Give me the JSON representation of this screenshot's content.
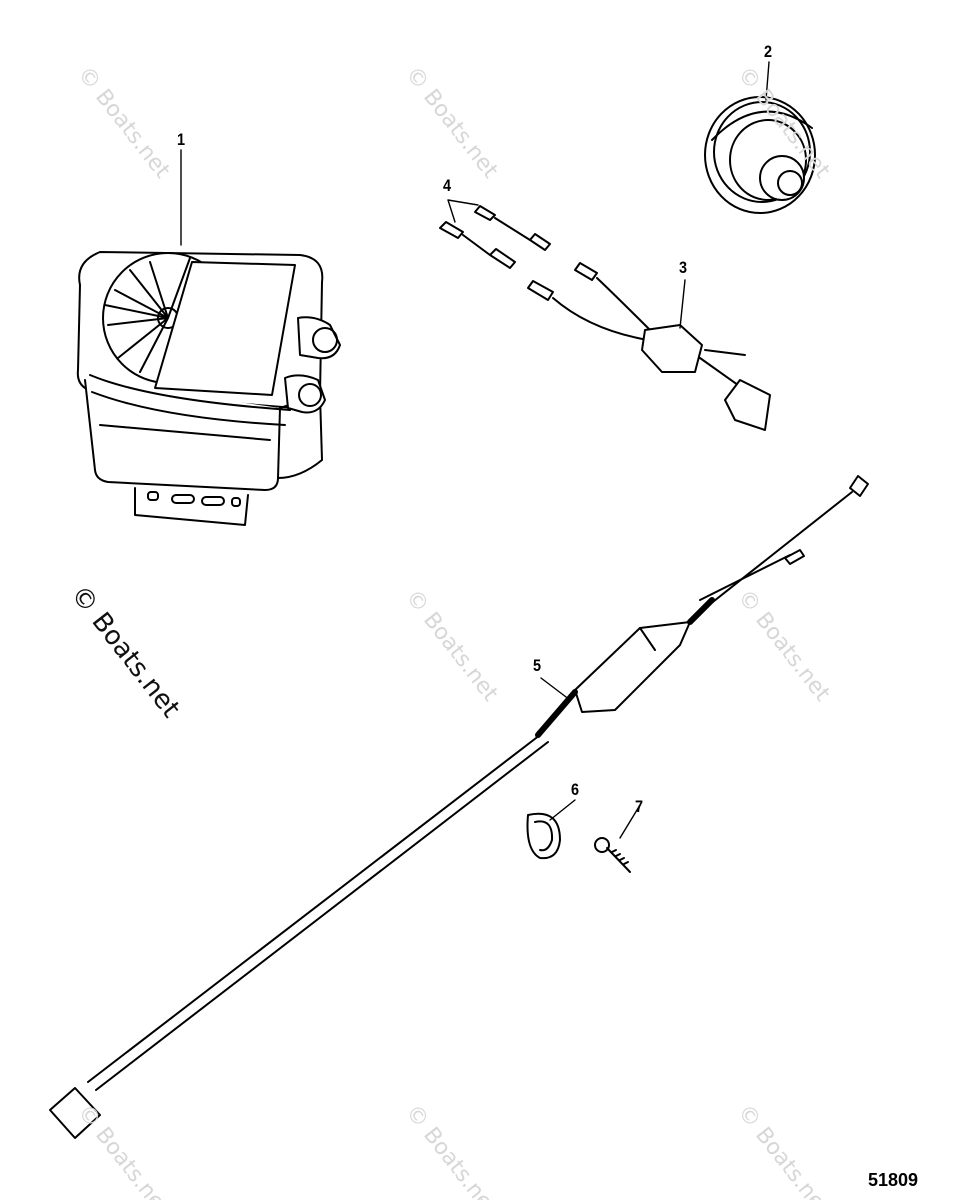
{
  "callouts": [
    "1",
    "2",
    "3",
    "4",
    "5",
    "6",
    "7"
  ],
  "reference_number": "51809",
  "watermark": {
    "main_text": "© Boats.net",
    "faint_text": "© Boats.net"
  }
}
